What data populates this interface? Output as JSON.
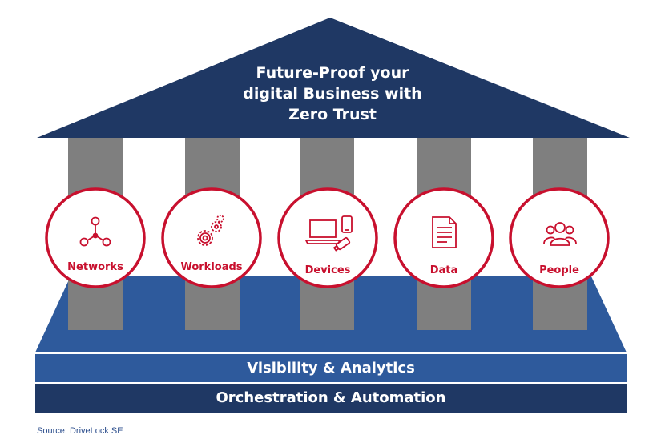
{
  "roof": {
    "line1": "Future-Proof your",
    "line2": "digital Business with",
    "line3": "Zero Trust"
  },
  "pillars": [
    {
      "label": "Networks",
      "icon": "network-icon"
    },
    {
      "label": "Workloads",
      "icon": "gears-icon"
    },
    {
      "label": "Devices",
      "icon": "devices-icon"
    },
    {
      "label": "Data",
      "icon": "document-icon"
    },
    {
      "label": "People",
      "icon": "people-icon"
    }
  ],
  "bands": {
    "visibility": "Visibility & Analytics",
    "orchestration": "Orchestration & Automation"
  },
  "source": "Source: DriveLock SE",
  "colors": {
    "navy": "#1f3864",
    "blue": "#2e5a9c",
    "pillar_gray": "#7f7f7f",
    "accent_red": "#c8102e",
    "background": "#ffffff"
  }
}
